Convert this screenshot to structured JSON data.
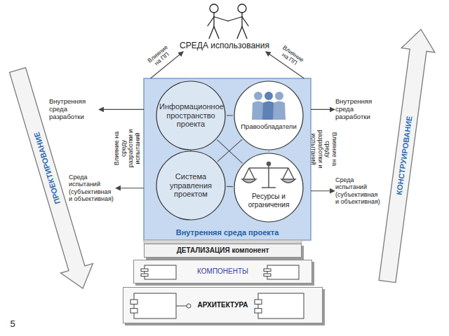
{
  "diagram": {
    "nodes": [
      {
        "text": [
          "СРЕДА использования"
        ]
      },
      {
        "text": [
          "Внутренняя среда разработки"
        ]
      },
      {
        "text": [
          "Среда испытаний (субъективная и объективная)"
        ]
      },
      {
        "text": [
          "Внутренняя среда проекта"
        ]
      },
      {
        "text": [
          "Информационное пространство проекта"
        ],
        "in": 3
      },
      {
        "text": [
          "Правообладатели"
        ],
        "in": 3
      },
      {
        "text": [
          "Система управления проектом"
        ],
        "in": 3
      },
      {
        "text": [
          "Ресурсы и ограничения"
        ],
        "in": 3
      },
      {
        "text": [
          "Внутренняя среда разработки"
        ]
      },
      {
        "text": [
          "Среда испытаний (субъективная и объективная)"
        ]
      },
      {
        "text": [
          "ДЕТАЛИЗАЦИЯ компонент"
        ]
      },
      {
        "text": [
          "КОМПОНЕНТЫ"
        ]
      },
      {
        "text": [
          "АРХИТЕКТУРА"
        ]
      }
    ],
    "edges": [
      {
        "from": 3,
        "to": 0,
        "arrow": "to",
        "label": "Влияние на ПП"
      },
      {
        "from": 3,
        "to": 0,
        "arrow": "to",
        "label": "Влияние на ПП"
      },
      {
        "from": 3,
        "to": 1,
        "arrow": "to"
      },
      {
        "from": 3,
        "to": 2,
        "arrow": "to"
      },
      {
        "from": 3,
        "to": 8,
        "arrow": "to"
      },
      {
        "from": 3,
        "to": 9,
        "arrow": "to"
      },
      {
        "from": 4,
        "to": 5,
        "arrow": "none"
      },
      {
        "from": 4,
        "to": 6,
        "arrow": "none"
      },
      {
        "from": 4,
        "to": 7,
        "arrow": "none"
      },
      {
        "from": 5,
        "to": 6,
        "arrow": "none"
      },
      {
        "from": 5,
        "to": 7,
        "arrow": "none"
      },
      {
        "from": 6,
        "to": 7,
        "arrow": "none"
      }
    ],
    "labels": [
      "ПРОЕКТИРОВАНИЕ",
      "КОНСТРУИРОВАНИЕ",
      "Влияние на среду разработки и испытаний",
      "Влияние на среду разработки и испытаний",
      "5"
    ]
  }
}
